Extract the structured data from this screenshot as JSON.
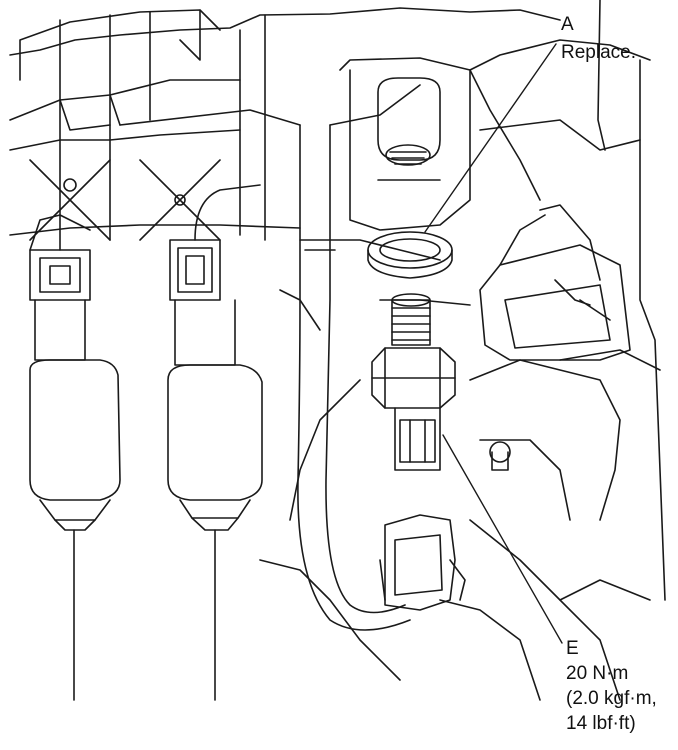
{
  "callouts": {
    "a": {
      "letter": "A",
      "note": "Replace."
    },
    "e": {
      "letter": "E",
      "torque_si": "20 N·m",
      "torque_kgf": "(2.0 kgf·m,",
      "torque_lbf": "14 lbf·ft)"
    }
  },
  "colors": {
    "line": "#1a1a1a",
    "background": "#ffffff",
    "text": "#111111"
  }
}
